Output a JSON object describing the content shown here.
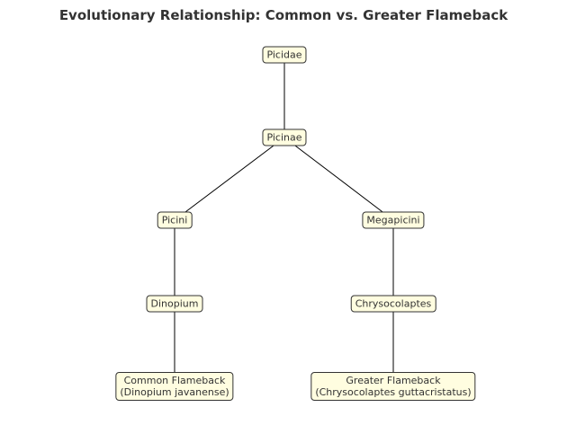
{
  "title": "Evolutionary Relationship: Common vs. Greater Flameback",
  "nodes": {
    "picidae": "Picidae",
    "picinae": "Picinae",
    "picini": "Picini",
    "megapicini": "Megapicini",
    "dinopium": "Dinopium",
    "chrysocolaptes": "Chrysocolaptes",
    "common_name": "Common Flameback",
    "common_sci": "(Dinopium javanense)",
    "greater_name": "Greater Flameback",
    "greater_sci": "(Chrysocolaptes guttacristatus)"
  },
  "colors": {
    "node_fill": "#fffde0",
    "node_border": "#333333",
    "edge": "#000000",
    "text": "#333333"
  }
}
